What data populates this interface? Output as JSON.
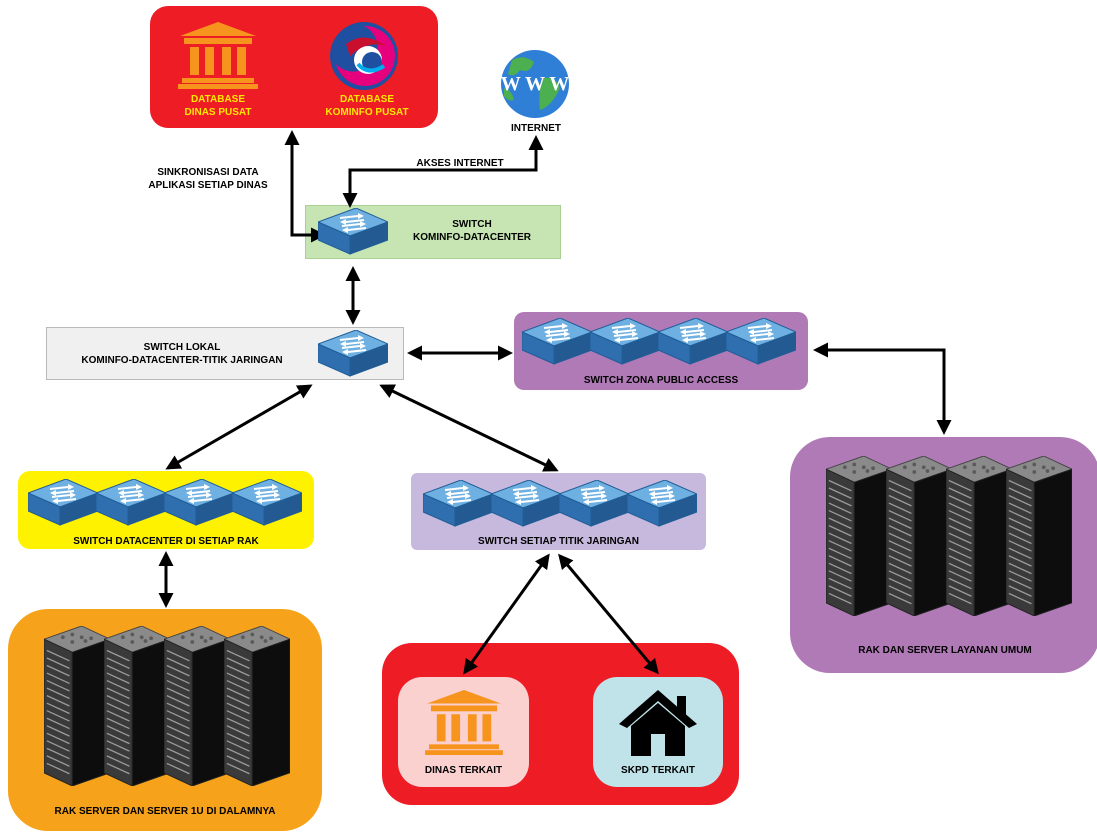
{
  "nodes": {
    "database_top": {
      "dinas_pusat_label": "DATABASE\nDINAS PUSAT",
      "kominfo_pusat_label": "DATABASE\nKOMINFO PUSAT"
    },
    "internet": {
      "label": "INTERNET"
    },
    "switch_kominfo": {
      "label": "SWITCH\nKOMINFO-DATACENTER"
    },
    "switch_lokal": {
      "label": "SWITCH LOKAL\nKOMINFO-DATACENTER-TITIK JARINGAN"
    },
    "switch_public": {
      "label": "SWITCH ZONA PUBLIC ACCESS"
    },
    "switch_datacenter": {
      "label": "SWITCH DATACENTER DI SETIAP RAK"
    },
    "switch_titik": {
      "label": "SWITCH SETIAP TITIK JARINGAN"
    },
    "rak_server": {
      "label": "RAK SERVER DAN SERVER 1U DI DALAMNYA"
    },
    "rak_layanan": {
      "label": "RAK DAN SERVER LAYANAN UMUM"
    },
    "dinas_terkait": {
      "label": "DINAS TERKAIT"
    },
    "skpd_terkait": {
      "label": "SKPD TERKAIT"
    }
  },
  "edges": {
    "sinkronisasi": "SINKRONISASI DATA\nAPLIKASI SETIAP DINAS",
    "akses_internet": "AKSES INTERNET"
  },
  "colors": {
    "red": "#ee1c25",
    "green": "#c6e5b3",
    "purple": "#b07ab7",
    "lavender": "#c7b8dd",
    "yellow": "#fff200",
    "orange": "#f7a21b",
    "gray": "#f0f0f0",
    "pink": "#fbd1d0",
    "lightblue": "#bfe3e8",
    "label_yellow": "#ffe800",
    "switch_blue": "#3b7ec2"
  },
  "icons": [
    "building-icon",
    "kominfo-logo-icon",
    "globe-www-icon",
    "switch-icon",
    "server-rack-icon",
    "house-icon"
  ]
}
